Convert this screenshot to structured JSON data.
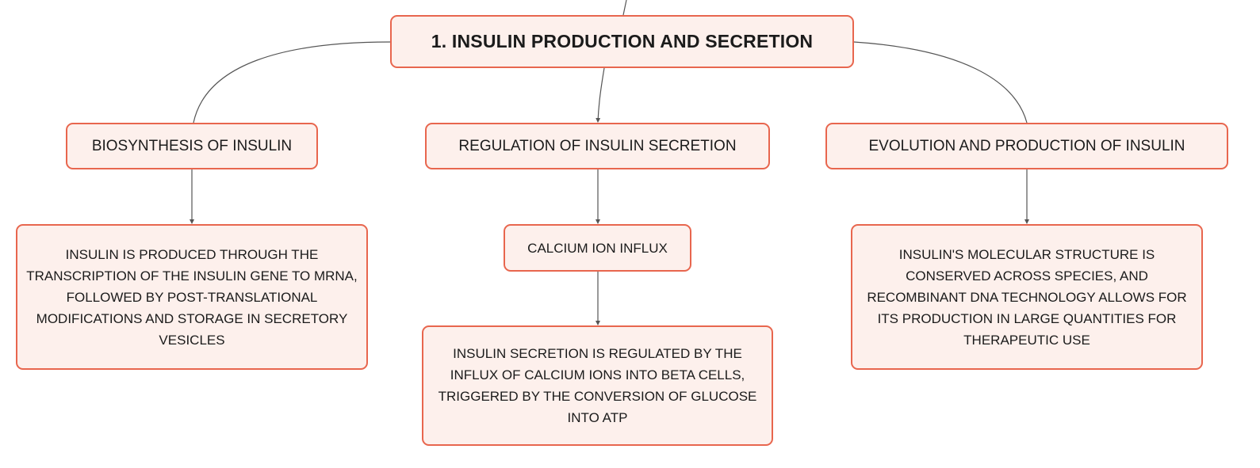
{
  "mindmap": {
    "root": {
      "label": "1. INSULIN PRODUCTION AND SECRETION"
    },
    "branches": [
      {
        "label": "BIOSYNTHESIS OF INSULIN",
        "children": [
          {
            "label": "INSULIN IS PRODUCED THROUGH THE TRANSCRIPTION OF THE INSULIN GENE TO MRNA, FOLLOWED BY POST-TRANSLATIONAL MODIFICATIONS AND STORAGE IN SECRETORY VESICLES"
          }
        ]
      },
      {
        "label": "REGULATION OF INSULIN SECRETION",
        "children": [
          {
            "label": "CALCIUM ION INFLUX",
            "children": [
              {
                "label": "INSULIN SECRETION IS REGULATED BY THE INFLUX OF CALCIUM IONS INTO BETA CELLS, TRIGGERED BY THE CONVERSION OF GLUCOSE INTO ATP"
              }
            ]
          }
        ]
      },
      {
        "label": "EVOLUTION AND PRODUCTION OF INSULIN",
        "children": [
          {
            "label": "INSULIN'S MOLECULAR STRUCTURE IS CONSERVED ACROSS SPECIES, AND RECOMBINANT DNA TECHNOLOGY ALLOWS FOR ITS PRODUCTION IN LARGE QUANTITIES FOR THERAPEUTIC USE"
          }
        ]
      }
    ]
  },
  "colors": {
    "node_border": "#e8664e",
    "node_fill": "#fdf0ec",
    "connector": "#555555"
  }
}
